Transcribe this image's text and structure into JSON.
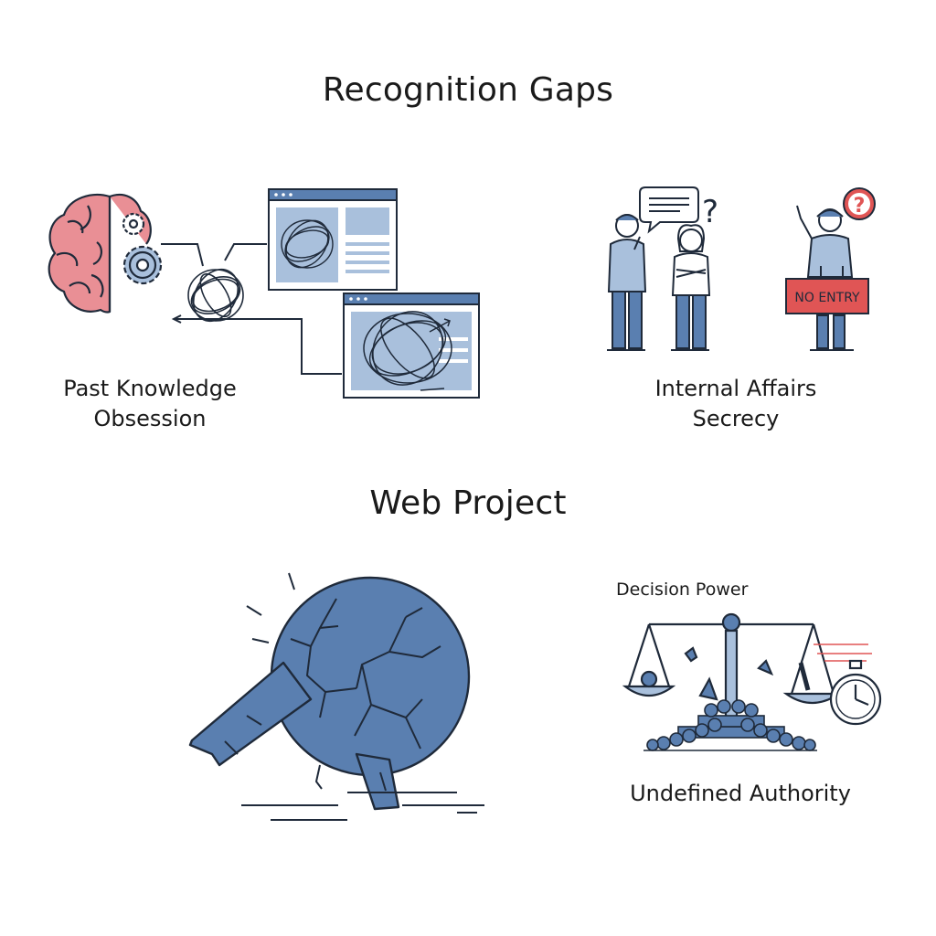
{
  "headings": {
    "top": "Recognition Gaps",
    "middle": "Web Project"
  },
  "panels": {
    "knowledge": {
      "caption_line1": "Past Knowledge",
      "caption_line2": "Obsession"
    },
    "secrecy": {
      "caption_line1": "Internal Affairs",
      "caption_line2": "Secrecy",
      "sign_text": "NO ENTRY",
      "question_mark": "?"
    },
    "authority": {
      "top_label": "Decision Power",
      "caption": "Undefined Authority"
    }
  },
  "colors": {
    "ink": "#1f2a3a",
    "blue": "#5a7fb0",
    "light_blue": "#a9c0dc",
    "pink": "#e98f95",
    "red": "#e05555"
  },
  "icons": [
    "brain-icon",
    "gear-icon",
    "tangle-icon",
    "browser-window-icon",
    "speech-bubble-icon",
    "question-icon",
    "person-icon",
    "no-entry-sign-icon",
    "cracked-globe-icon",
    "balance-scale-icon",
    "stopwatch-icon",
    "crowd-icon"
  ]
}
